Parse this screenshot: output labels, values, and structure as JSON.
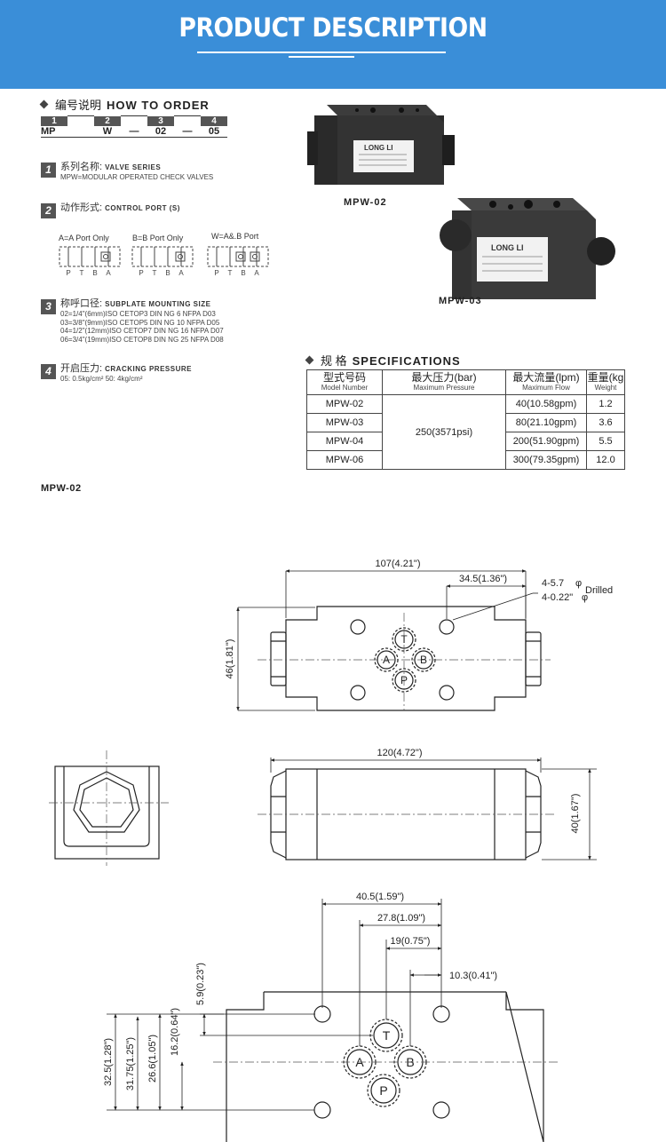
{
  "banner": {
    "title": "PRODUCT DESCRIPTION"
  },
  "how_to_order": {
    "title_zh": "编号说明",
    "title_en": "HOW TO ORDER",
    "positions": [
      "1",
      "2",
      "3",
      "4"
    ],
    "codes": [
      "MP",
      "W",
      "—",
      "02",
      "—",
      "05"
    ]
  },
  "items": [
    {
      "num": "1",
      "zh": "系列名称:",
      "en": "VALVE SERIES",
      "lines": [
        "MPW=MODULAR OPERATED CHECK VALVES"
      ]
    },
    {
      "num": "2",
      "zh": "动作形式:",
      "en": "CONTROL PORT (S)",
      "lines": []
    },
    {
      "num": "3",
      "zh": "称呼口径:",
      "en": "SUBPLATE MOUNTING SIZE",
      "lines": [
        "02=1/4\"(6mm)ISO CETOP3 DIN NG 6 NFPA D03",
        "03=3/8\"(9mm)ISO CETOP5 DIN NG 10 NFPA D05",
        "04=1/2\"(12mm)ISO CETOP7 DIN NG 16 NFPA D07",
        "06=3/4\"(19mm)ISO CETOP8 DIN NG 25 NFPA D08"
      ]
    },
    {
      "num": "4",
      "zh": "开启压力:",
      "en": "CRACKING PRESSURE",
      "lines": [
        "05: 0.5kg/cm²   50: 4kg/cm²"
      ]
    }
  ],
  "control_symbols": [
    {
      "label": "A=A Port Only",
      "ports": [
        "P",
        "T",
        "B",
        "A"
      ]
    },
    {
      "label": "B=B Port Only",
      "ports": [
        "P",
        "T",
        "B",
        "A"
      ]
    },
    {
      "label": "W=A&.B Port",
      "ports": [
        "P",
        "T",
        "B",
        "A"
      ]
    }
  ],
  "photos": [
    {
      "caption": "MPW-02",
      "brand": "LONG LI"
    },
    {
      "caption": "MPW-03",
      "brand": "LONG LI"
    }
  ],
  "specifications": {
    "title_zh": "规 格",
    "title_en": "SPECIFICATIONS",
    "headers": [
      {
        "zh": "型式号码",
        "en": "Model Number"
      },
      {
        "zh": "最大压力(bar)",
        "en": "Maximum Pressure"
      },
      {
        "zh": "最大流量(lpm)",
        "en": "Maximum Flow"
      },
      {
        "zh": "重量(kg",
        "en": "Weight"
      }
    ],
    "rows": [
      {
        "model": "MPW-02",
        "flow": "40(10.58gpm)",
        "weight": "1.2"
      },
      {
        "model": "MPW-03",
        "flow": "80(21.10gpm)",
        "weight": "3.6"
      },
      {
        "model": "MPW-04",
        "flow": "200(51.90gpm)",
        "weight": "5.5"
      },
      {
        "model": "MPW-06",
        "flow": "300(79.35gpm)",
        "weight": "12.0"
      }
    ],
    "pressure": "250(3571psi)"
  },
  "drawing": {
    "model_label": "MPW-02",
    "top_view": {
      "length": "107(4.21\")",
      "hole_offset": "34.5(1.36\")",
      "hole_spec_1": "4-5.7",
      "hole_spec_2": "4-0.22\"",
      "phi": "φ",
      "drilled": "Drilled",
      "height": "46(1.81\")",
      "ports": [
        "T",
        "A",
        "B",
        "P"
      ]
    },
    "side_view": {
      "length": "120(4.72\")",
      "height": "40(1.67\")"
    },
    "bottom_view": {
      "d1": "40.5(1.59\")",
      "d2": "27.8(1.09\")",
      "d3": "19(0.75\")",
      "d4": "10.3(0.41\")",
      "v1": "5.9(0.23\")",
      "v2": "16.2(0.64\")",
      "v3": "26.6(1.05\")",
      "v4": "31.75(1.25\")",
      "v5": "32.5(1.28\")",
      "ports": [
        "T",
        "A",
        "B",
        "P"
      ]
    }
  }
}
